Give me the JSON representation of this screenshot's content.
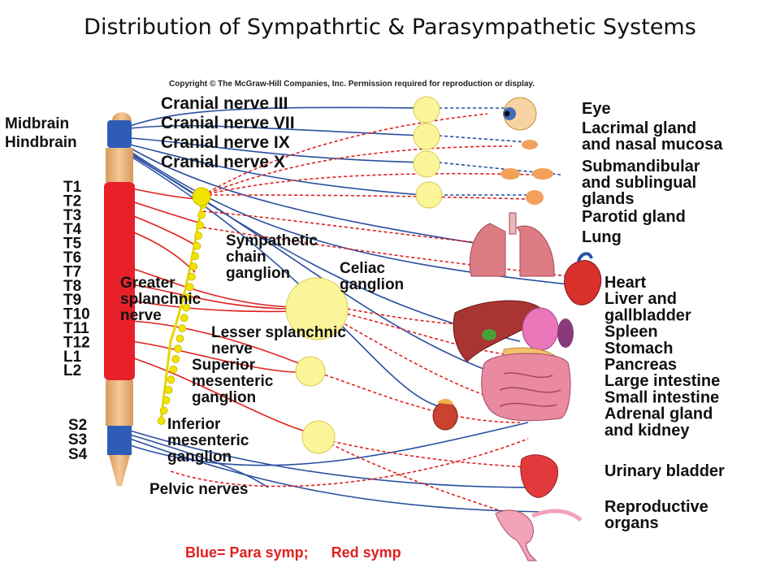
{
  "title": "Distribution of Sympathrtic & Parasympathetic Systems",
  "copyright": "Copyright © The McGraw-Hill Companies, Inc. Permission required for reproduction or display.",
  "cns_labels": [
    "Midbrain",
    "Hindbrain"
  ],
  "spinal_segments": [
    "T1",
    "T2",
    "T3",
    "T4",
    "T5",
    "T6",
    "T7",
    "T8",
    "T9",
    "T10",
    "T11",
    "T12",
    "L1",
    "L2"
  ],
  "sacral_segments": [
    "S2",
    "S3",
    "S4"
  ],
  "cranial_nerves": [
    "Cranial nerve III",
    "Cranial nerve VII",
    "Cranial nerve IX",
    "Cranial nerve X"
  ],
  "structures": {
    "chain": [
      "Sympathetic",
      "chain",
      "ganglion"
    ],
    "celiac": [
      "Celiac",
      "ganglion"
    ],
    "greater": [
      "Greater",
      "splanchnic",
      "nerve"
    ],
    "lesser": [
      "Lesser splanchnic",
      "nerve"
    ],
    "superior": [
      "Superior",
      "mesenteric",
      "ganglion"
    ],
    "inferior": [
      "Inferior",
      "mesenteric",
      "ganglion"
    ],
    "pelvic": "Pelvic nerves"
  },
  "organs": {
    "eye": [
      "Eye"
    ],
    "lacrimal": [
      "Lacrimal gland",
      "and nasal mucosa"
    ],
    "submandibular": [
      "Submandibular",
      "and sublingual",
      "glands"
    ],
    "parotid": [
      "Parotid gland"
    ],
    "lung": [
      "Lung"
    ],
    "viscera": [
      "Heart",
      "Liver and",
      "gallbladder",
      "Spleen",
      "Stomach",
      "Pancreas",
      "Large intestine",
      "Small intestine",
      "Adrenal gland",
      "and kidney"
    ],
    "bladder": [
      "Urinary bladder"
    ],
    "reproductive": [
      "Reproductive",
      "organs"
    ]
  },
  "legend": {
    "para": "Blue= Para symp;",
    "symp": "Red symp"
  },
  "colors": {
    "para": "#2a4fa0",
    "symp": "#e0201e",
    "ganglion": "#fbf59a",
    "chain": "#f2e400",
    "cord_red": "#e8202a",
    "cord_tan": "#e7b27c",
    "cord_blue": "#2f5db6"
  }
}
